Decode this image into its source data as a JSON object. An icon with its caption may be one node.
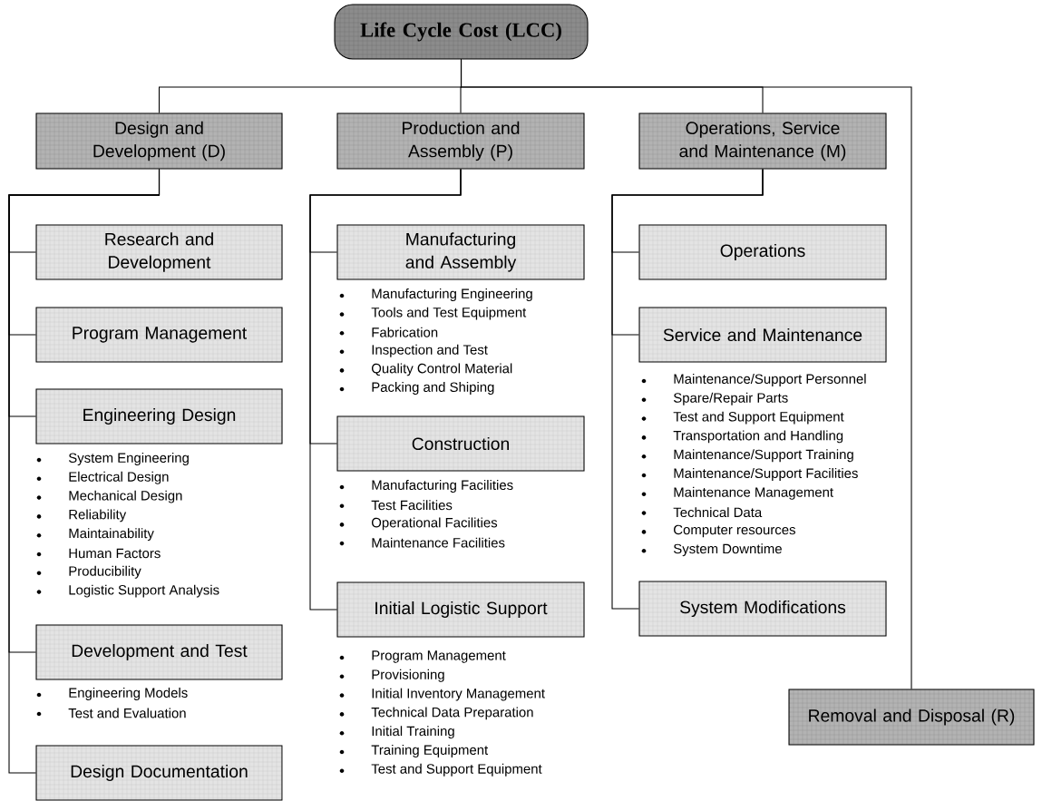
{
  "diagram": {
    "nodes": [
      {
        "text": [
          "Life Cycle Cost (LCC)"
        ]
      },
      {
        "text": [
          "Design and Development (D)"
        ]
      },
      {
        "text": [
          "Production and Assembly (P)"
        ]
      },
      {
        "text": [
          "Operations, Service and Maintenance (M)"
        ]
      },
      {
        "text": [
          "Removal and Disposal (R)"
        ]
      },
      {
        "text": [
          "Research and Development"
        ]
      },
      {
        "text": [
          "Program Management"
        ]
      },
      {
        "text": [
          "Engineering Design"
        ],
        "beside": [
          "System Engineering",
          "Electrical Design",
          "Mechanical Design",
          "Reliability",
          "Maintainability",
          "Human Factors",
          "Producibility",
          "Logistic Support Analysis"
        ]
      },
      {
        "text": [
          "Development and Test"
        ],
        "beside": [
          "Engineering Models",
          "Test and Evaluation"
        ]
      },
      {
        "text": [
          "Design Documentation"
        ]
      },
      {
        "text": [
          "Manufacturing and Assembly"
        ],
        "beside": [
          "Manufacturing Engineering",
          "Tools and Test Equipment",
          "Fabrication",
          "Inspection and Test",
          "Quality Control Material",
          "Packing and Shiping"
        ]
      },
      {
        "text": [
          "Construction"
        ],
        "beside": [
          "Manufacturing Facilities",
          "Test Facilities",
          "Operational Facilities",
          "Maintenance Facilities"
        ]
      },
      {
        "text": [
          "Initial Logistic Support"
        ],
        "beside": [
          "Program Management",
          "Provisioning",
          "Initial Inventory Management",
          "Technical Data Preparation",
          "Initial Training",
          "Training Equipment",
          "Test and Support Equipment"
        ]
      },
      {
        "text": [
          "Operations"
        ]
      },
      {
        "text": [
          "Service and Maintenance"
        ],
        "beside": [
          "Maintenance/Support Personnel",
          "Spare/Repair Parts",
          "Test and Support Equipment",
          "Transportation and Handling",
          "Maintenance/Support Training",
          "Maintenance/Support Facilities",
          "Maintenance Management",
          "Technical Data",
          "Computer resources",
          "System Downtime"
        ]
      },
      {
        "text": [
          "System Modifications"
        ]
      }
    ],
    "edges": [
      {
        "from": 0,
        "to": 1,
        "arrow": "none"
      },
      {
        "from": 0,
        "to": 2,
        "arrow": "none"
      },
      {
        "from": 0,
        "to": 3,
        "arrow": "none"
      },
      {
        "from": 0,
        "to": 4,
        "arrow": "none"
      },
      {
        "from": 1,
        "to": 5,
        "arrow": "none"
      },
      {
        "from": 1,
        "to": 6,
        "arrow": "none"
      },
      {
        "from": 1,
        "to": 7,
        "arrow": "none"
      },
      {
        "from": 1,
        "to": 8,
        "arrow": "none"
      },
      {
        "from": 1,
        "to": 9,
        "arrow": "none"
      },
      {
        "from": 2,
        "to": 10,
        "arrow": "none"
      },
      {
        "from": 2,
        "to": 11,
        "arrow": "none"
      },
      {
        "from": 2,
        "to": 12,
        "arrow": "none"
      },
      {
        "from": 3,
        "to": 13,
        "arrow": "none"
      },
      {
        "from": 3,
        "to": 14,
        "arrow": "none"
      },
      {
        "from": 3,
        "to": 15,
        "arrow": "none"
      }
    ]
  }
}
